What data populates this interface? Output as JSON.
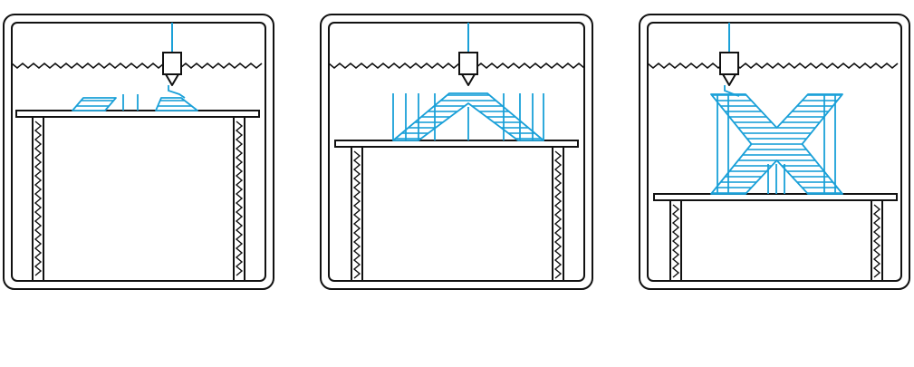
{
  "colors": {
    "outline": "#111111",
    "print": "#1aa0d8",
    "background": "#ffffff"
  },
  "panels": [
    {
      "stage": "early",
      "progress": 0.08
    },
    {
      "stage": "middle",
      "progress": 0.4
    },
    {
      "stage": "late",
      "progress": 0.95
    }
  ],
  "icons": [
    "printer-frame-icon",
    "extruder-nozzle-icon",
    "build-plate-icon",
    "printed-x-object-icon",
    "support-structure-icon"
  ]
}
